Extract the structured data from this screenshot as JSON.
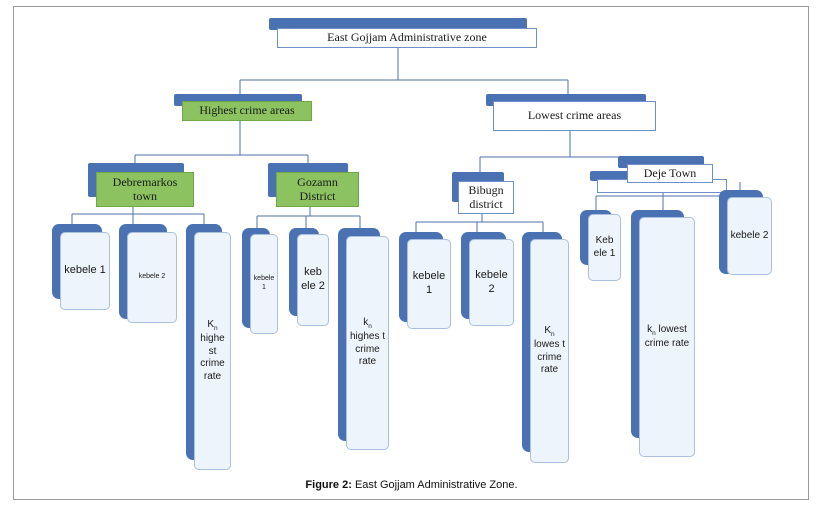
{
  "root": "East Gojjam Administrative zone",
  "groups": {
    "highest": "Highest  crime areas",
    "lowest": "Lowest crime areas"
  },
  "units": {
    "debremarkos": "Debremarkos town",
    "gozamn": "Gozamn District",
    "bibugn": "Bibugn district",
    "deje": "Deje Town"
  },
  "leaves": {
    "dm_k1": "kebele 1",
    "dm_k2": "kebele 2",
    "dm_kn": "highe st crime rate",
    "gz_k1": "kebele 1",
    "gz_k2": "keb ele 2",
    "gz_kn": "highes t crime rate",
    "bb_k1": "kebele 1",
    "bb_k2": "kebele 2",
    "bb_kn": "lowes t crime rate",
    "dj_k1": "Keb ele 1",
    "dj_kn": "lowest crime rate",
    "dj_k2": "kebele 2"
  },
  "subscript": "n",
  "k_letter": "K",
  "k_letter_lower": "k",
  "caption": {
    "label": "Figure 2:",
    "text": "East Gojjam Administrative Zone."
  },
  "colors": {
    "tab_blue": "#4a72b3",
    "highlight_green": "#8cc360",
    "card_fill": "#eef4fb",
    "connector": "#4f6fa8"
  }
}
